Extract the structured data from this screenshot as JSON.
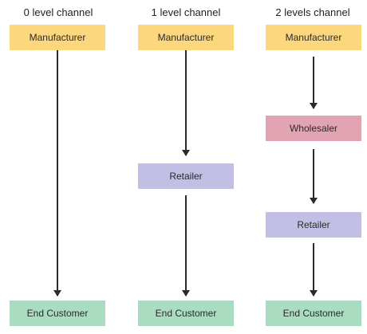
{
  "columns": [
    {
      "title": "0 level channel",
      "nodes": [
        "Manufacturer",
        "End Customer"
      ]
    },
    {
      "title": "1 level channel",
      "nodes": [
        "Manufacturer",
        "Retailer",
        "End Customer"
      ]
    },
    {
      "title": "2 levels channel",
      "nodes": [
        "Manufacturer",
        "Wholesaler",
        "Retailer",
        "End Customer"
      ]
    }
  ],
  "colors": {
    "manufacturer": "#fdd77e",
    "wholesaler": "#e2a4b3",
    "retailer": "#c2bfe4",
    "end_customer": "#a9dcc0",
    "arrow": "#2b2b2b"
  }
}
